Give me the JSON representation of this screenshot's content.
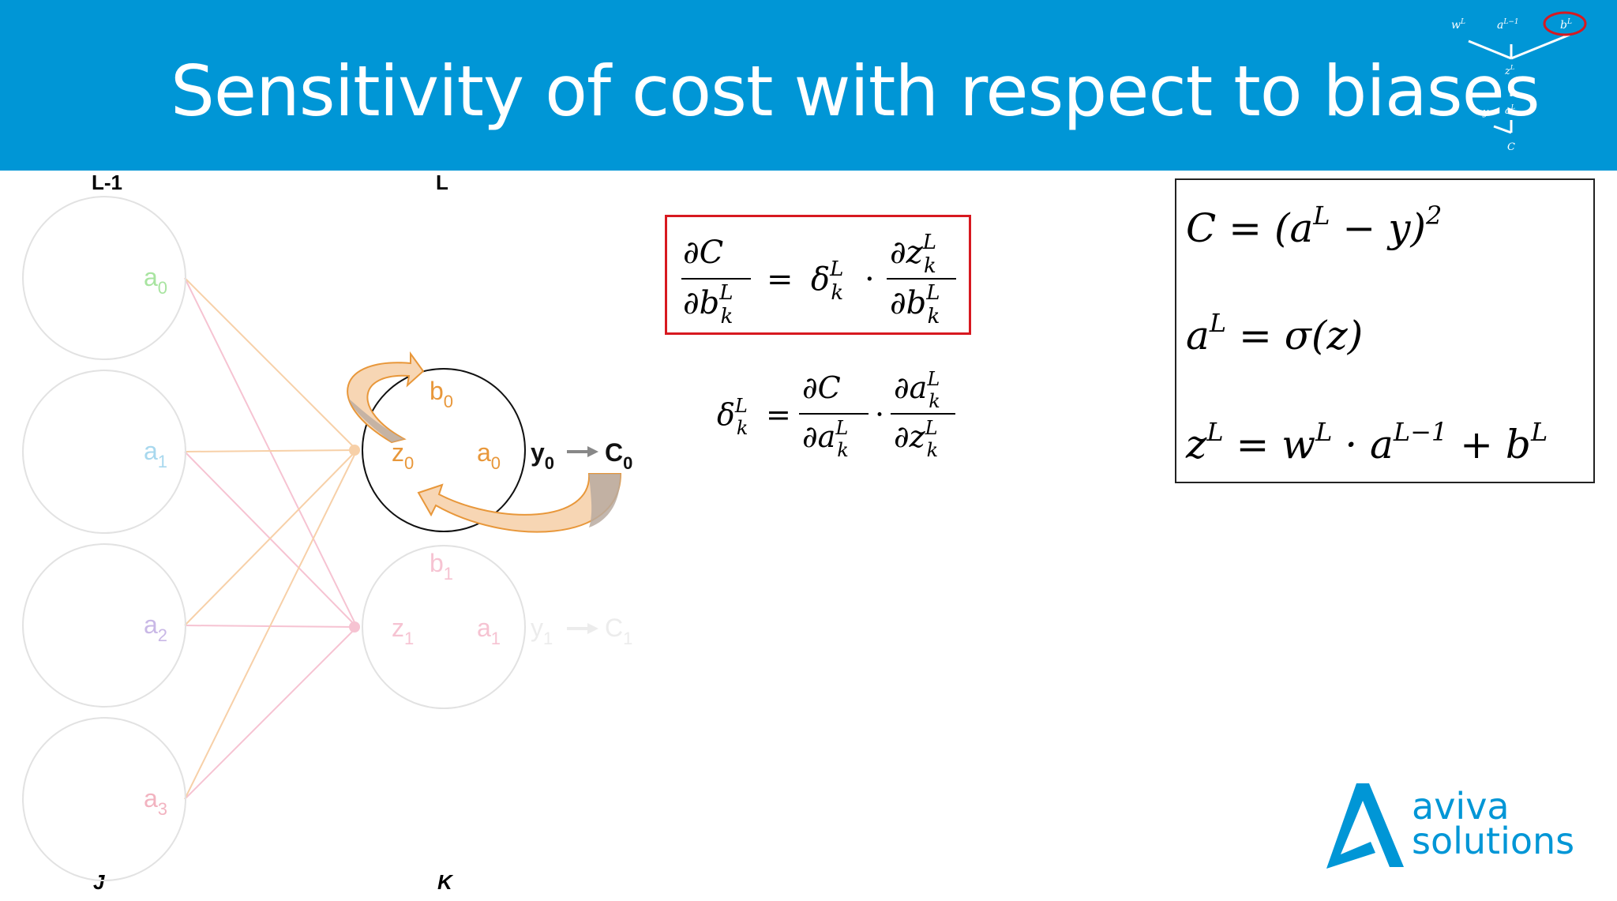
{
  "slide": {
    "title": "Sensitivity of cost with respect to biases"
  },
  "mini_tree": {
    "w": "w",
    "w_sup": "L",
    "a_prev": "a",
    "a_prev_sup": "L−1",
    "b": "b",
    "b_sup": "L",
    "z": "z",
    "z_sup": "L",
    "y": "y",
    "a": "a",
    "a_sup": "L",
    "c": "C"
  },
  "network": {
    "layer_prev_label": "L-1",
    "layer_cur_label": "L",
    "index_prev_label": "J",
    "index_cur_label": "K",
    "prev_neurons": [
      {
        "base": "a",
        "sub": "0",
        "color": "#a8e4a0"
      },
      {
        "base": "a",
        "sub": "1",
        "color": "#a8d8ee"
      },
      {
        "base": "a",
        "sub": "2",
        "color": "#c9b8e6"
      },
      {
        "base": "a",
        "sub": "3",
        "color": "#f2b3c0"
      }
    ],
    "neuron_0": {
      "bias": "b",
      "bias_sub": "0",
      "z": "z",
      "z_sub": "0",
      "a": "a",
      "a_sub": "0",
      "y": "y",
      "y_sub": "0",
      "c": "C",
      "c_sub": "0"
    },
    "neuron_1": {
      "bias": "b",
      "bias_sub": "1",
      "z": "z",
      "z_sub": "1",
      "a": "a",
      "a_sub": "1",
      "y": "y",
      "y_sub": "1",
      "c": "C",
      "c_sub": "1"
    },
    "colors": {
      "active": "#e8973a",
      "faded_pink": "#f6c3d2",
      "faded_orange": "#f7d0a8"
    }
  },
  "equations": {
    "bias_gradient": {
      "num1": "∂C",
      "den1": "∂b",
      "den1_sup": "L",
      "den1_sub": "k",
      "equals": "=",
      "delta": "δ",
      "delta_sup": "L",
      "delta_sub": "k",
      "dot": "·",
      "num2": "∂z",
      "num2_sup": "L",
      "num2_sub": "k",
      "den2": "∂b",
      "den2_sup": "L",
      "den2_sub": "k"
    },
    "delta_def": {
      "delta": "δ",
      "delta_sup": "L",
      "delta_sub": "k",
      "equals": "=",
      "num1": "∂C",
      "den1": "∂a",
      "den1_sup": "L",
      "den1_sub": "k",
      "dot": "·",
      "num2": "∂a",
      "num2_sup": "L",
      "num2_sub": "k",
      "den2": "∂z",
      "den2_sup": "L",
      "den2_sub": "k"
    },
    "definitions": [
      {
        "id": "cost",
        "text": "C = (a",
        "sup": "L",
        "tail": " − y)",
        "tail_sup": "2"
      },
      {
        "id": "activation",
        "text": "a",
        "sup": "L",
        "tail": " = σ(z)",
        "tail_sup": ""
      },
      {
        "id": "weighted_sum",
        "text": "z",
        "sup": "L",
        "tail": " = w",
        "tail_sup": "L"
      }
    ],
    "weighted_sum_rest": {
      "dot_a": " · a",
      "a_sup": "L−1",
      "plus_b": " + b",
      "b_sup": "L"
    }
  },
  "logo": {
    "line1": "aviva",
    "line2": "solutions",
    "color": "#0096d6"
  },
  "highlight_color": "#d71920"
}
